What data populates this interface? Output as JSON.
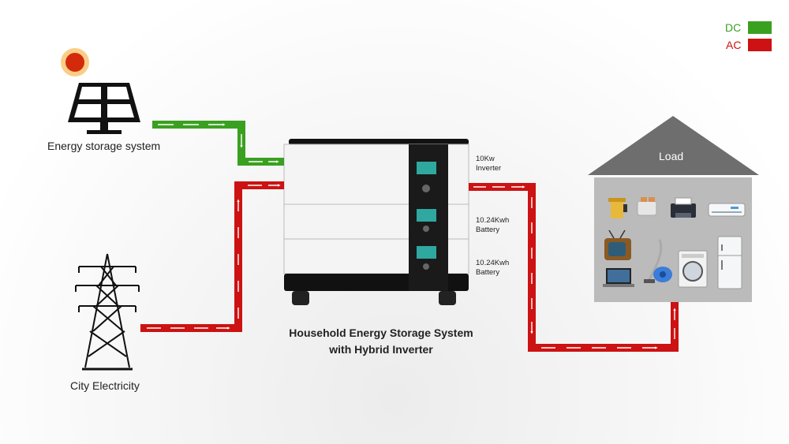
{
  "legend": {
    "dc_label": "DC",
    "ac_label": "AC",
    "dc_color": "#3aa020",
    "ac_color": "#cc1212"
  },
  "nodes": {
    "solar_label": "Energy storage system",
    "grid_label": "City Electricity",
    "load_label": "Load",
    "system_title_line1": "Household Energy Storage System",
    "system_title_line2": "with Hybrid Inverter"
  },
  "modules": {
    "inverter_line1": "10Kw",
    "inverter_line2": "Inverter",
    "battery1_line1": "10.24Kwh",
    "battery1_line2": "Battery",
    "battery2_line1": "10.24Kwh",
    "battery2_line2": "Battery"
  },
  "appliance_icons": [
    "kettle-icon",
    "toaster-icon",
    "printer-icon",
    "air-conditioner-icon",
    "tv-icon",
    "vacuum-icon",
    "washing-machine-icon",
    "fridge-icon",
    "laptop-icon"
  ]
}
